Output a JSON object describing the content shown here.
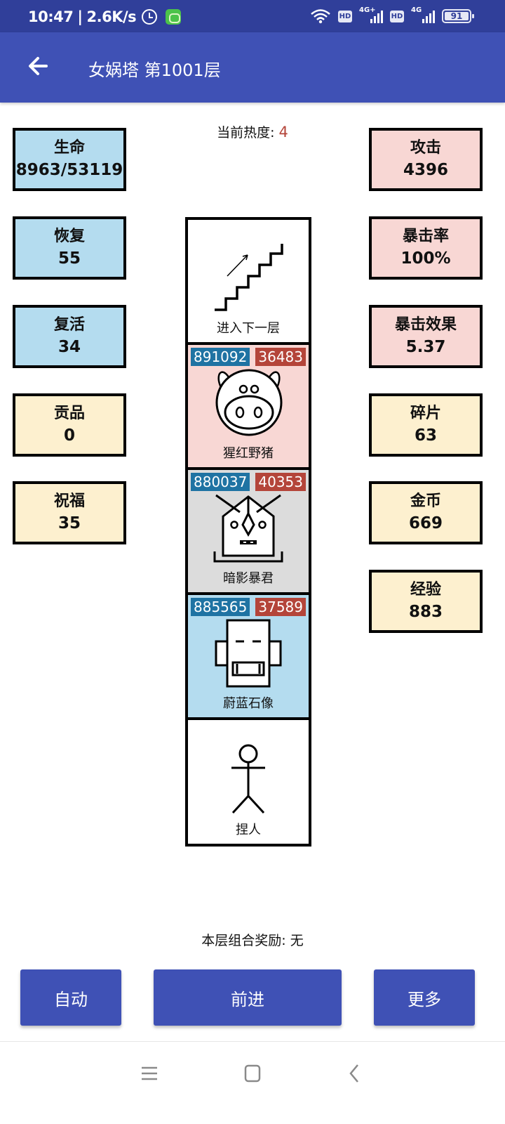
{
  "status_bar": {
    "time": "10:47",
    "speed": "2.6K/s",
    "icons": [
      "alarm-icon",
      "app-badge-icon",
      "wifi-icon",
      "hd-icon",
      "signal-4g-plus-icon",
      "hd-icon",
      "signal-4g-icon",
      "battery-icon"
    ],
    "net1": "4G+",
    "net2": "4G",
    "hd": "HD",
    "battery": "91"
  },
  "app_bar": {
    "back_icon": "arrow-left-icon",
    "title": "女娲塔 第1001层"
  },
  "heat": {
    "label": "当前热度: ",
    "value": "4"
  },
  "left_stats": [
    {
      "label": "生命",
      "value": "8963/53119",
      "color": "#b4dcef"
    },
    {
      "label": "恢复",
      "value": "55",
      "color": "#b4dcef"
    },
    {
      "label": "复活",
      "value": "34",
      "color": "#b4dcef"
    },
    {
      "label": "贡品",
      "value": "0",
      "color": "#fdf0cf"
    },
    {
      "label": "祝福",
      "value": "35",
      "color": "#fdf0cf"
    }
  ],
  "right_stats": [
    {
      "label": "攻击",
      "value": "4396",
      "color": "#f8d7d4"
    },
    {
      "label": "暴击率",
      "value": "100%",
      "color": "#f8d7d4"
    },
    {
      "label": "暴击效果",
      "value": "5.37",
      "color": "#f8d7d4"
    },
    {
      "label": "碎片",
      "value": "63",
      "color": "#fdf0cf"
    },
    {
      "label": "金币",
      "value": "669",
      "color": "#fdf0cf"
    },
    {
      "label": "经验",
      "value": "883",
      "color": "#fdf0cf"
    }
  ],
  "tower": {
    "floors": [
      {
        "name": "进入下一层",
        "icon": "stairs-icon",
        "hp": null,
        "atk": null,
        "bg": "#ffffff"
      },
      {
        "name": "猩红野猪",
        "icon": "boar-icon",
        "hp": "891092",
        "atk": "36483",
        "bg": "#f8d7d4"
      },
      {
        "name": "暗影暴君",
        "icon": "tyrant-icon",
        "hp": "880037",
        "atk": "40353",
        "bg": "#dcdcdc"
      },
      {
        "name": "蔚蓝石像",
        "icon": "statue-icon",
        "hp": "885565",
        "atk": "37589",
        "bg": "#b4dcef"
      },
      {
        "name": "捏人",
        "icon": "stick-figure-icon",
        "hp": null,
        "atk": null,
        "bg": "#ffffff"
      }
    ]
  },
  "combo": {
    "text": "本层组合奖励: 无"
  },
  "buttons": {
    "auto": "自动",
    "advance": "前进",
    "more": "更多"
  },
  "nav": {
    "icons": [
      "menu-icon",
      "home-icon",
      "back-icon"
    ]
  },
  "colors": {
    "primary": "#3f51b5",
    "status_bar": "#303f9a",
    "hp_badge": "#1f73a3",
    "atk_badge": "#b4453a"
  }
}
